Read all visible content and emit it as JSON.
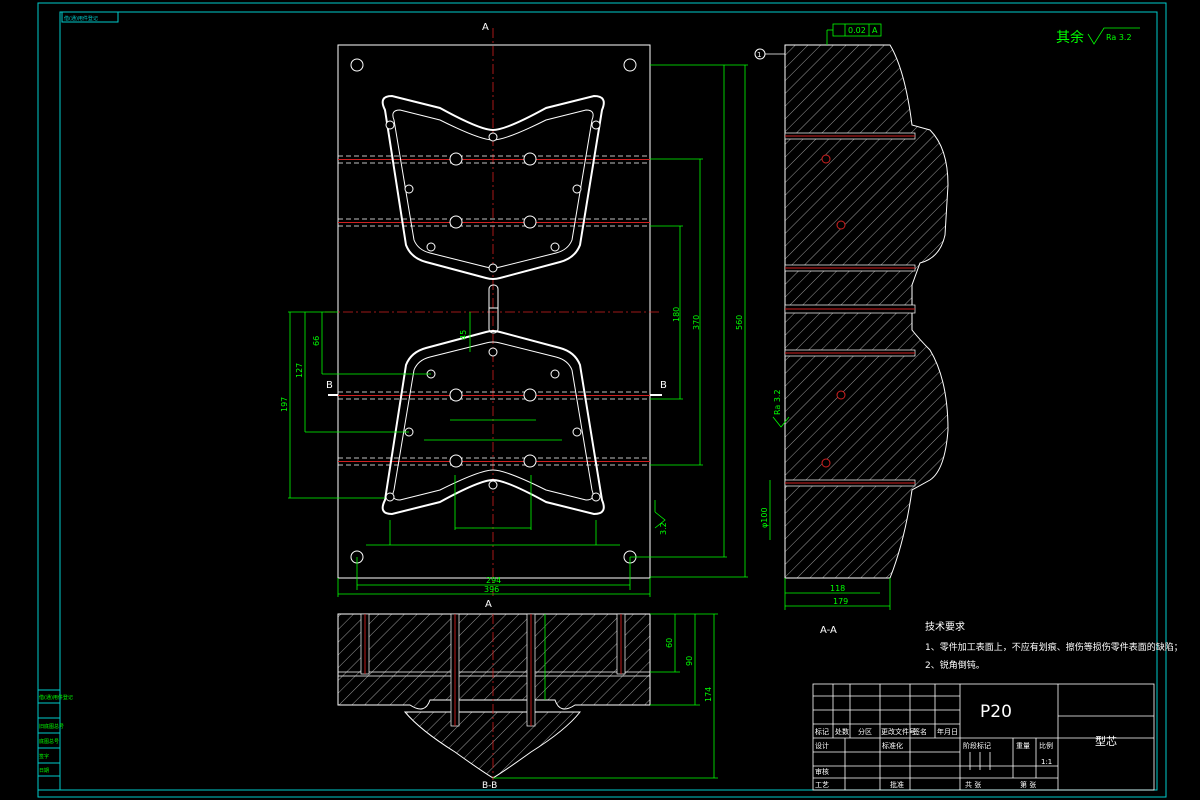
{
  "colors": {
    "background": "#000000",
    "border": "#00cccc",
    "outline": "#ffffff",
    "dimension": "#00ff00",
    "centerline": "#d02020"
  },
  "drawing": {
    "section_labels": {
      "a_top": "A",
      "a_bottom": "A",
      "b_left": "B",
      "b_right": "B",
      "section_aa": "A-A",
      "section_bb": "B-B"
    },
    "marker_1": "1",
    "datum": "A",
    "tolerance_value": "0.02",
    "surface_finish_rest_label": "其余",
    "surface_finish_rest": "Ra 3.2",
    "surface_finish_side": "Ra 3.2",
    "surface_finish_bottom": "3.2",
    "dims": {
      "d560": "560",
      "d370": "370",
      "d180": "180",
      "d45": "45",
      "d66": "66",
      "d127": "127",
      "d197": "197",
      "d294": "294",
      "d396": "396",
      "d60": "60",
      "d90": "90",
      "d174": "174",
      "d179": "179",
      "d118": "118",
      "d100": "φ100"
    }
  },
  "notes": {
    "title": "技术要求",
    "line1": "1、零件加工表面上，不应有划痕、擦伤等损伤零件表面的缺陷；",
    "line2": "2、锐角倒钝。"
  },
  "title_block": {
    "material": "P20",
    "part_name": "型芯",
    "scale": "1:1",
    "labels": {
      "mark": "标记",
      "count": "处数",
      "zone": "分区",
      "change_doc": "更改文件号",
      "signature": "签名",
      "date": "年月日",
      "design": "设计",
      "standardize": "标准化",
      "stage_mark": "阶段标记",
      "weight": "重量",
      "ratio": "比例",
      "review": "审核",
      "process": "工艺",
      "approve": "批准",
      "total": "共  张",
      "sheet": "第  张"
    }
  },
  "left_strip": {
    "top_label": "借(通)用件登记",
    "rows": [
      "旧底图总号",
      "底图总号",
      "签字",
      "日期"
    ]
  },
  "corner_label": "借(通)用件登记"
}
